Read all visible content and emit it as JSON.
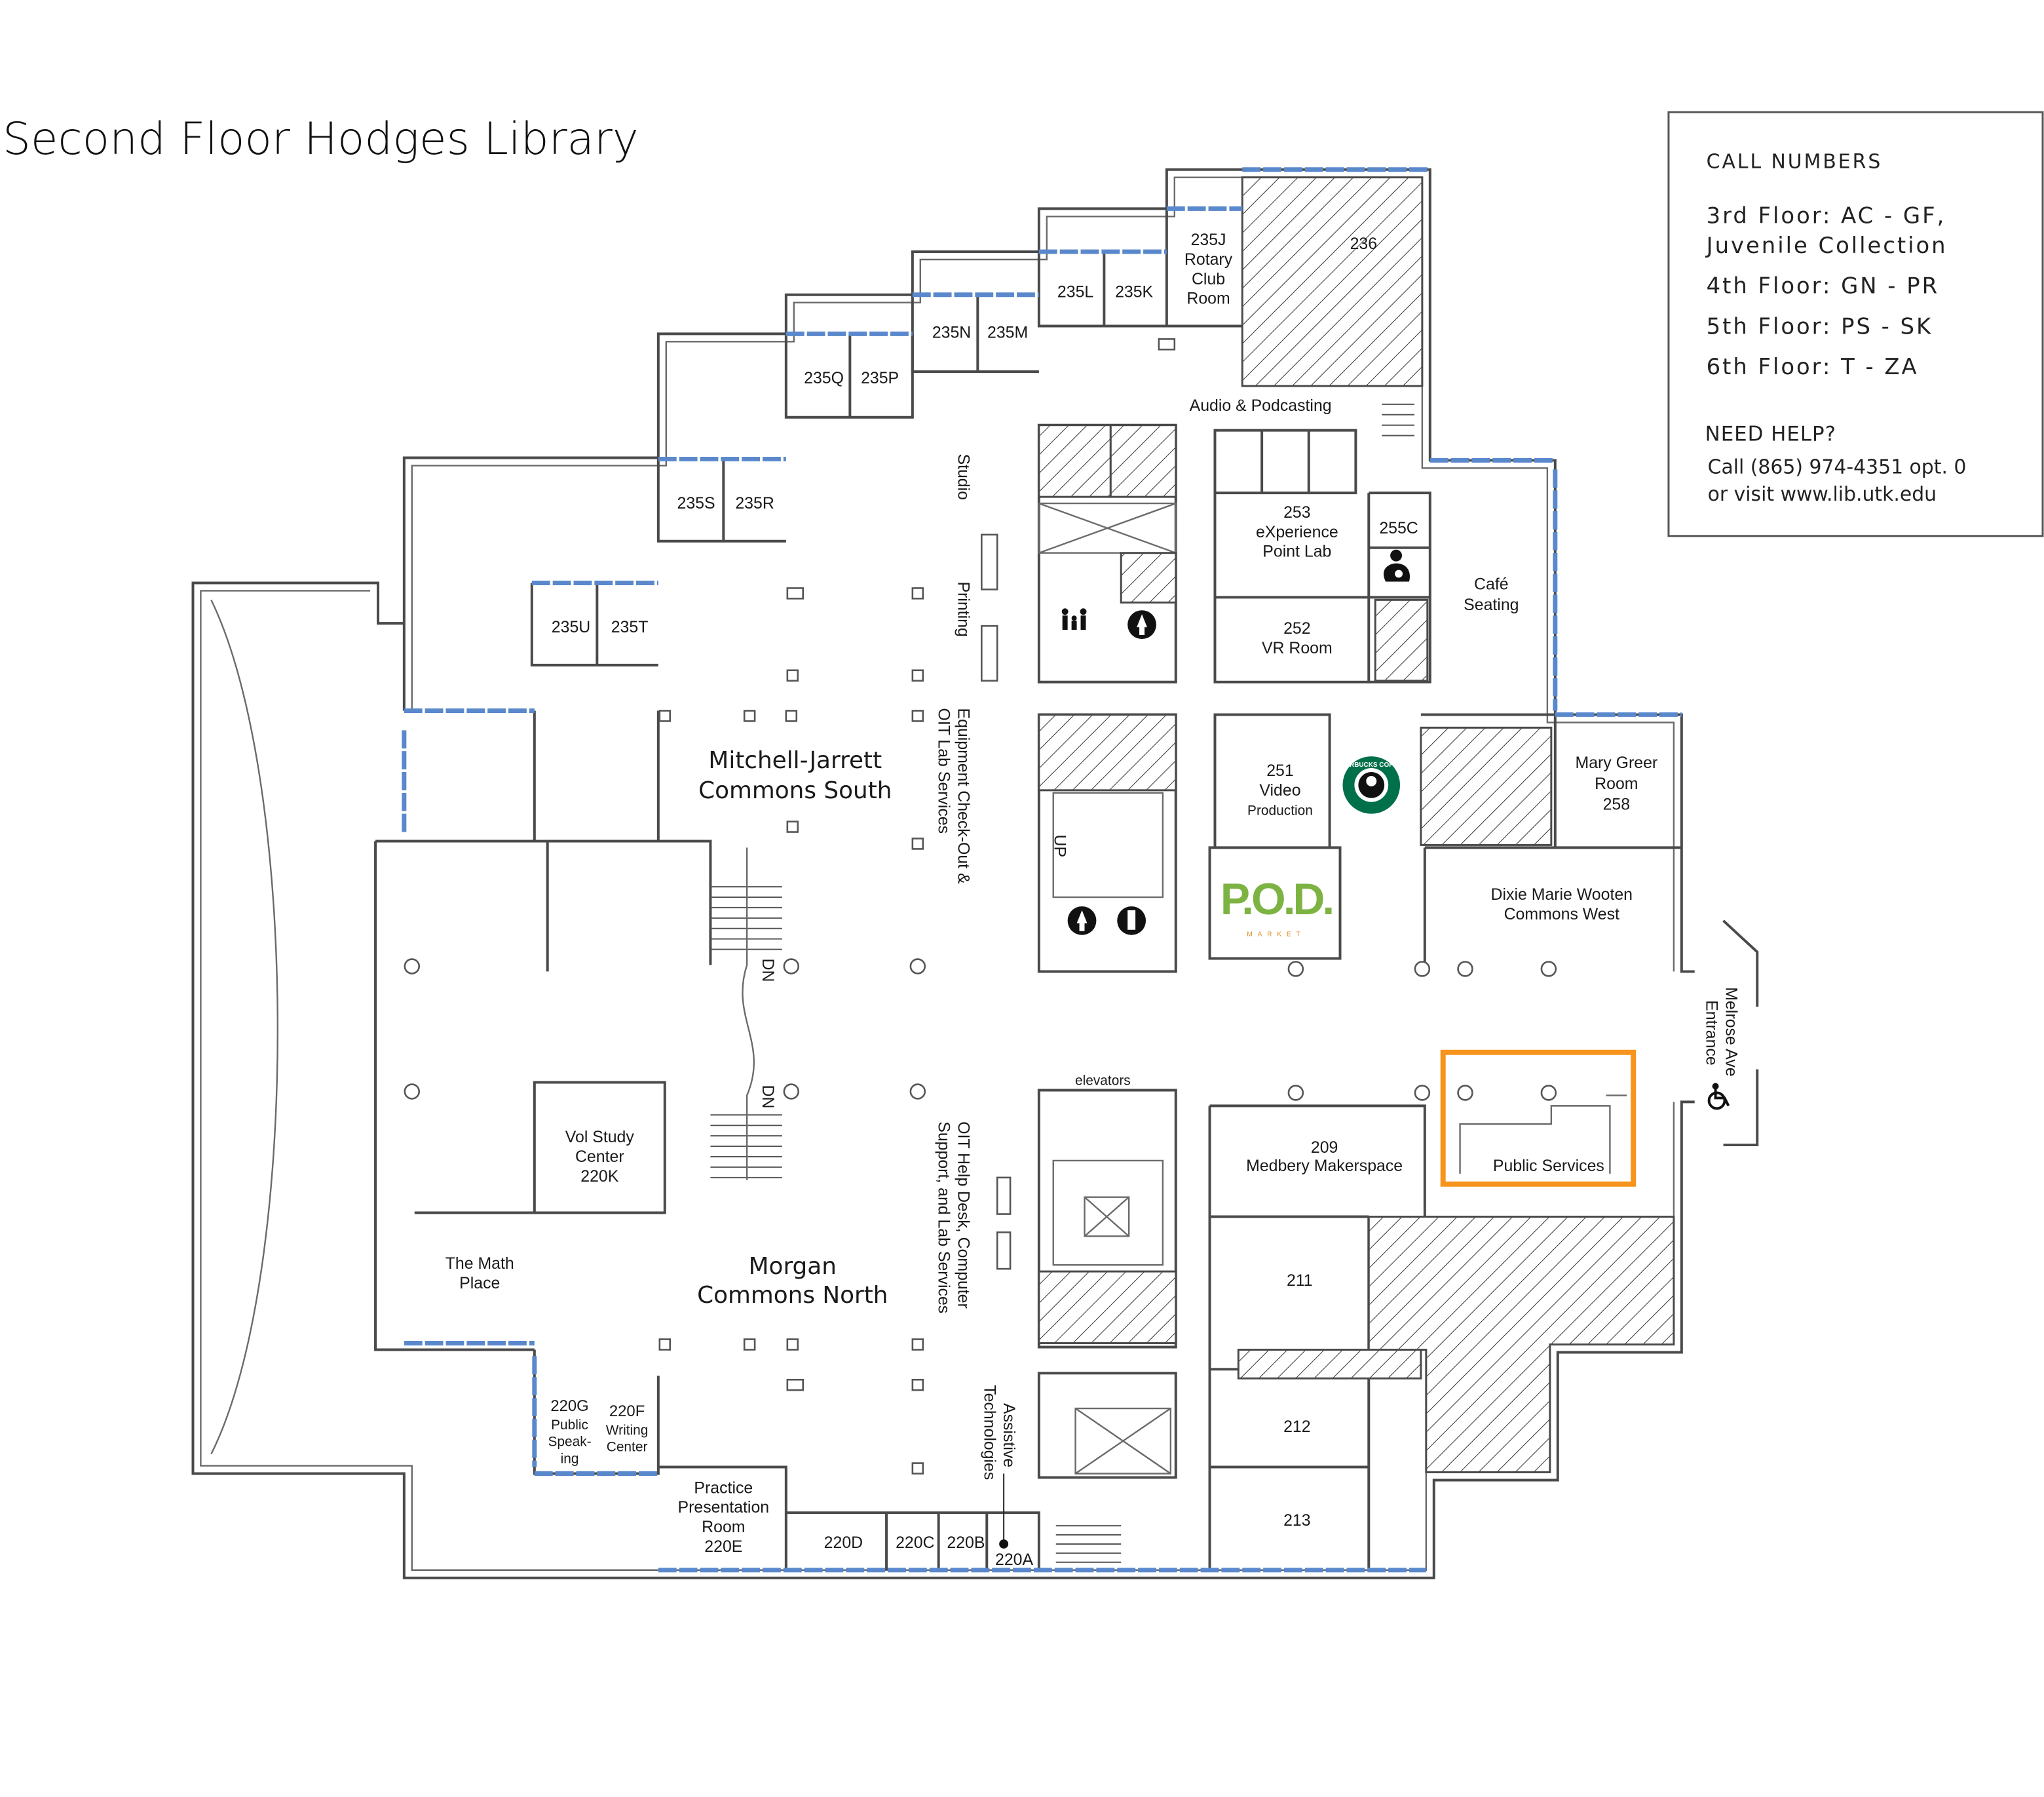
{
  "title": "Second Floor Hodges Library",
  "legend": {
    "heading": "CALL NUMBERS",
    "floors": [
      "3rd Floor: AC - GF,",
      "Juvenile Collection",
      "4th Floor: GN - PR",
      "5th Floor: PS - SK",
      "6th Floor: T - ZA"
    ],
    "help_heading": "NEED HELP?",
    "help_lines": [
      "Call (865) 974-4351 opt. 0",
      "or visit www.lib.utk.edu"
    ]
  },
  "rooms": {
    "r235j": [
      "235J",
      "Rotary",
      "Club",
      "Room"
    ],
    "r236": "236",
    "r235l": "235L",
    "r235k": "235K",
    "r235n": "235N",
    "r235m": "235M",
    "r235q": "235Q",
    "r235p": "235P",
    "r235s": "235S",
    "r235r": "235R",
    "r235u": "235U",
    "r235t": "235T",
    "audio": "Audio & Podcasting",
    "r253": [
      "253",
      "eXperience",
      "Point Lab"
    ],
    "r255c": "255C",
    "cafe": [
      "Café",
      "Seating"
    ],
    "r252": [
      "252",
      "VR Room"
    ],
    "r251": [
      "251",
      "Video",
      "Production"
    ],
    "r258": [
      "Mary Greer",
      "Room",
      "258"
    ],
    "west": [
      "Dixie Marie Wooten",
      "Commons West"
    ],
    "south": [
      "Mitchell-Jarrett",
      "Commons South"
    ],
    "north": [
      "Morgan",
      "Commons North"
    ],
    "r220k": [
      "Vol Study",
      "Center",
      "220K"
    ],
    "math": [
      "The Math",
      "Place"
    ],
    "r209": [
      "209",
      "Medbery Makerspace"
    ],
    "public": "Public Services",
    "r211": "211",
    "r212": "212",
    "r213": "213",
    "r220g": [
      "220G",
      "Public",
      "Speak-",
      "ing"
    ],
    "r220f": [
      "220F",
      "Writing",
      "Center"
    ],
    "r220e": [
      "Practice",
      "Presentation",
      "Room",
      "220E"
    ],
    "r220d": "220D",
    "r220c": "220C",
    "r220b": "220B",
    "r220a": "220A",
    "elevators": "elevators"
  },
  "vertical": {
    "studio": "Studio",
    "printing": "Printing",
    "equipment": [
      "Equipment Check-Out &",
      "OIT Lab Services"
    ],
    "helpdesk": [
      "OIT Help Desk, Computer",
      "Support, and Lab Services"
    ],
    "assistive": [
      "Assistive",
      "Technologies"
    ],
    "entrance": [
      "Melrose Ave",
      "Entrance"
    ],
    "stairs_up": "UP",
    "stairs_dn": "DN"
  },
  "logos": {
    "pod": "P.O.D.",
    "pod_sub": "MARKET",
    "starbucks": "STARBUCKS COFFEE"
  },
  "colors": {
    "highlight": "#f7941d",
    "window": "#5a88cc",
    "starbucks": "#00704a",
    "pod": "#7cb342"
  }
}
